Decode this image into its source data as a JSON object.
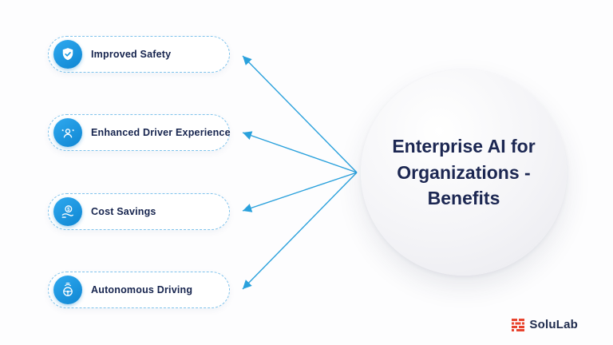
{
  "title": "Enterprise AI for Organizations - Benefits",
  "benefits": [
    {
      "label": "Improved Safety",
      "icon": "shield-check-icon"
    },
    {
      "label": "Enhanced Driver Experience",
      "icon": "driver-badge-icon"
    },
    {
      "label": "Cost Savings",
      "icon": "coin-hand-icon"
    },
    {
      "label": "Autonomous Driving",
      "icon": "steering-wheel-icon"
    }
  ],
  "logo": {
    "text": "SoluLab"
  },
  "colors": {
    "connector_blue": "#2aa1dc",
    "icon_blue": "#1f9ce2",
    "dashed_border_blue": "#7fc3ec",
    "text_navy": "#1c2752",
    "logo_red": "#e8432e"
  }
}
